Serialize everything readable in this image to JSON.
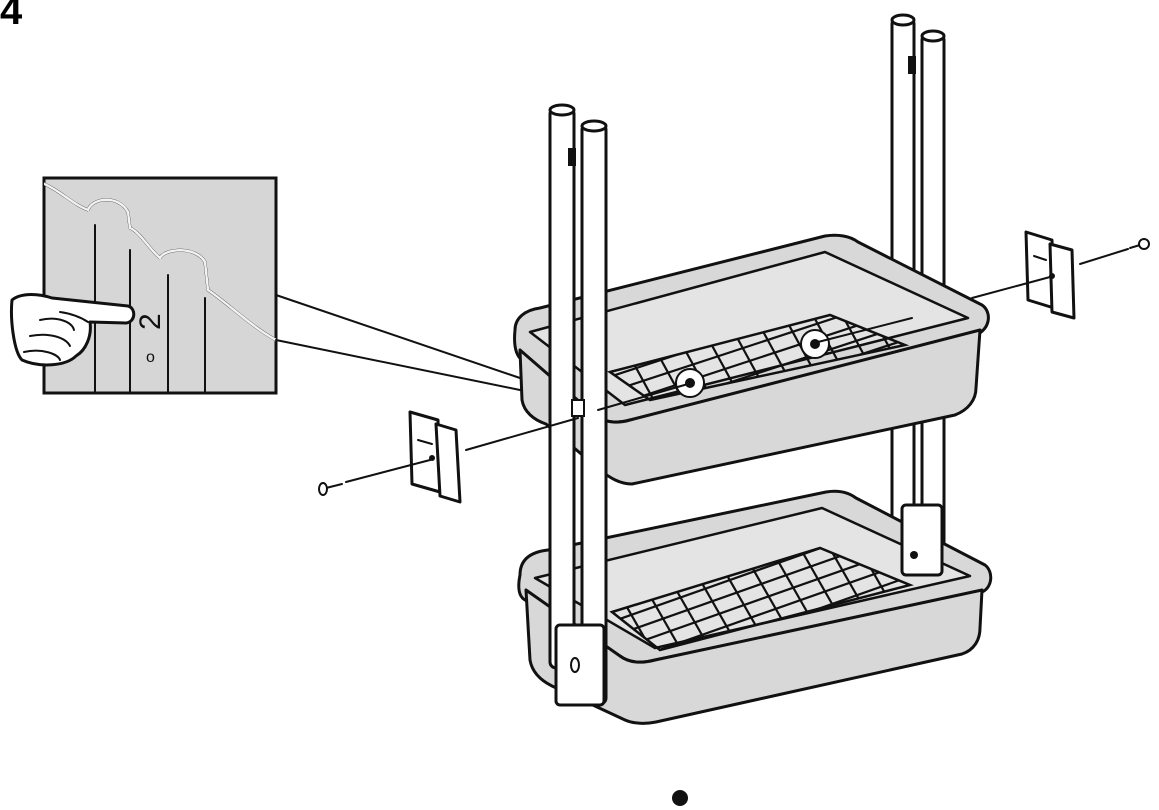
{
  "step": {
    "number": "4"
  },
  "detail": {
    "marking_digit": "2",
    "marking_sub": "o"
  },
  "icons": {
    "hand": "pointing-hand-icon",
    "screw": "screw-icon",
    "bracket": "bracket-clip-icon"
  },
  "colors": {
    "basket_fill": "#d8d8d8",
    "line": "#111111",
    "background": "#ffffff"
  }
}
